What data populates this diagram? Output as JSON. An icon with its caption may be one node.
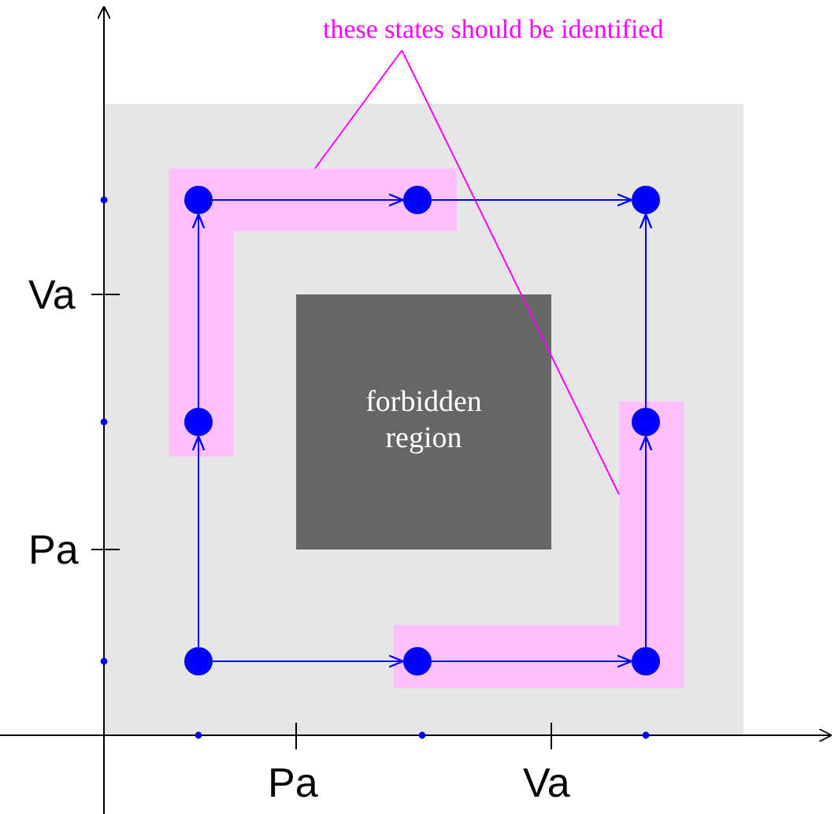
{
  "diagram": {
    "nodes": [
      {
        "text": [
          "these states should be identified"
        ]
      },
      {
        "text": [],
        "shape": "band"
      },
      {
        "text": [],
        "shape": "circle",
        "in": 1
      },
      {
        "text": [],
        "shape": "circle",
        "in": 1
      },
      {
        "text": [],
        "shape": "circle"
      },
      {
        "text": [],
        "shape": "circle",
        "in": 1
      },
      {
        "text": [
          "forbidden region"
        ]
      },
      {
        "text": [],
        "shape": "band"
      },
      {
        "text": [],
        "shape": "circle",
        "in": 7
      },
      {
        "text": [],
        "shape": "circle"
      },
      {
        "text": [],
        "shape": "circle",
        "in": 7
      },
      {
        "text": [],
        "shape": "circle",
        "in": 7
      }
    ],
    "edges": [
      {
        "from": 0,
        "to": 1,
        "arrow": "none",
        "color": "#ff00ff"
      },
      {
        "from": 0,
        "to": 7,
        "arrow": "none",
        "color": "#ff00ff"
      },
      {
        "from": 9,
        "to": 5,
        "arrow": "to"
      },
      {
        "from": 5,
        "to": 2,
        "arrow": "to"
      },
      {
        "from": 2,
        "to": 3,
        "arrow": "to"
      },
      {
        "from": 3,
        "to": 4,
        "arrow": "to"
      },
      {
        "from": 9,
        "to": 10,
        "arrow": "to"
      },
      {
        "from": 10,
        "to": 11,
        "arrow": "to"
      },
      {
        "from": 11,
        "to": 8,
        "arrow": "to"
      },
      {
        "from": 8,
        "to": 4,
        "arrow": "to"
      }
    ],
    "labels": [
      "Va",
      "Pa",
      "Pa",
      "Va"
    ]
  }
}
